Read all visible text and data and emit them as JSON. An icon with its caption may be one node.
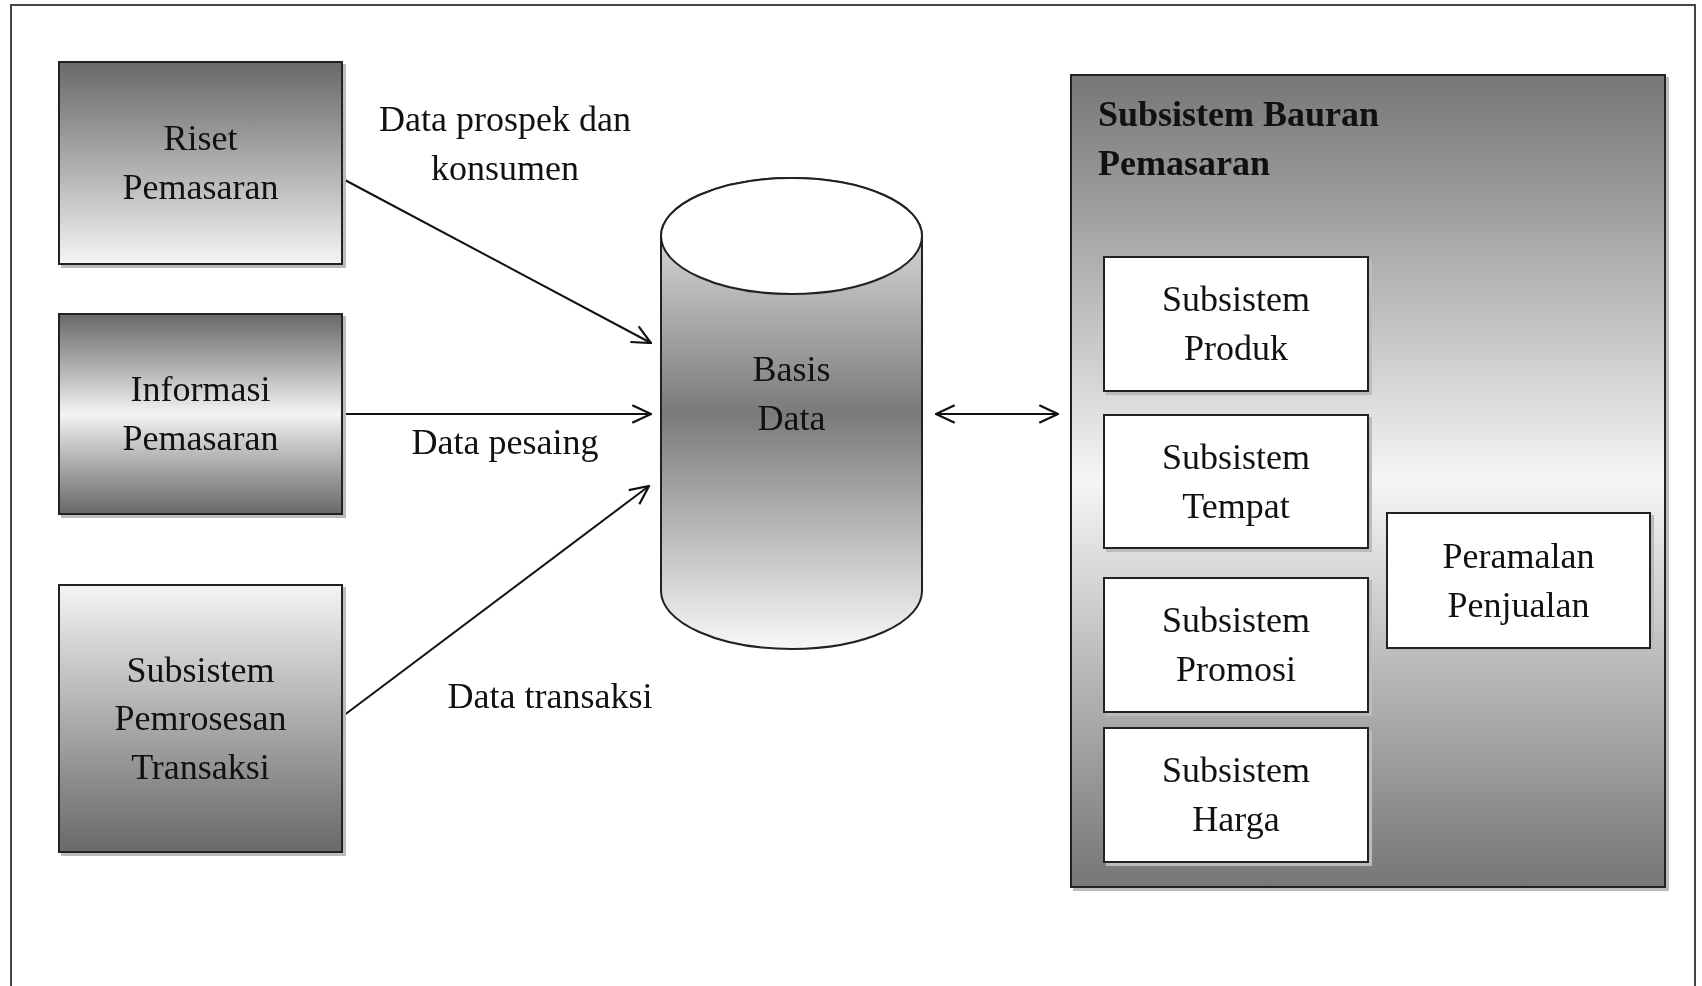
{
  "diagram": {
    "nodes": [
      {
        "text": [
          "Riset Pemasaran"
        ]
      },
      {
        "text": [
          "Informasi Pemasaran"
        ]
      },
      {
        "text": [
          "Subsistem Pemrosesan Transaksi"
        ]
      },
      {
        "text": [
          "Basis Data"
        ]
      },
      {
        "text": [
          "Subsistem Bauran Pemasaran"
        ]
      },
      {
        "text": [
          "Subsistem Produk"
        ],
        "in": 4
      },
      {
        "text": [
          "Subsistem Tempat"
        ],
        "in": 4
      },
      {
        "text": [
          "Subsistem Promosi"
        ],
        "in": 4
      },
      {
        "text": [
          "Subsistem Harga"
        ],
        "in": 4
      },
      {
        "text": [
          "Peramalan Penjualan"
        ],
        "in": 4
      }
    ],
    "edges": [
      {
        "from": 0,
        "to": 3,
        "arrow": "to",
        "label": "Data prospek dan konsumen"
      },
      {
        "from": 1,
        "to": 3,
        "arrow": "to",
        "label": "Data pesaing"
      },
      {
        "from": 2,
        "to": 3,
        "arrow": "to",
        "label": "Data transaksi"
      },
      {
        "from": 3,
        "to": 4,
        "arrow": "both"
      }
    ]
  }
}
